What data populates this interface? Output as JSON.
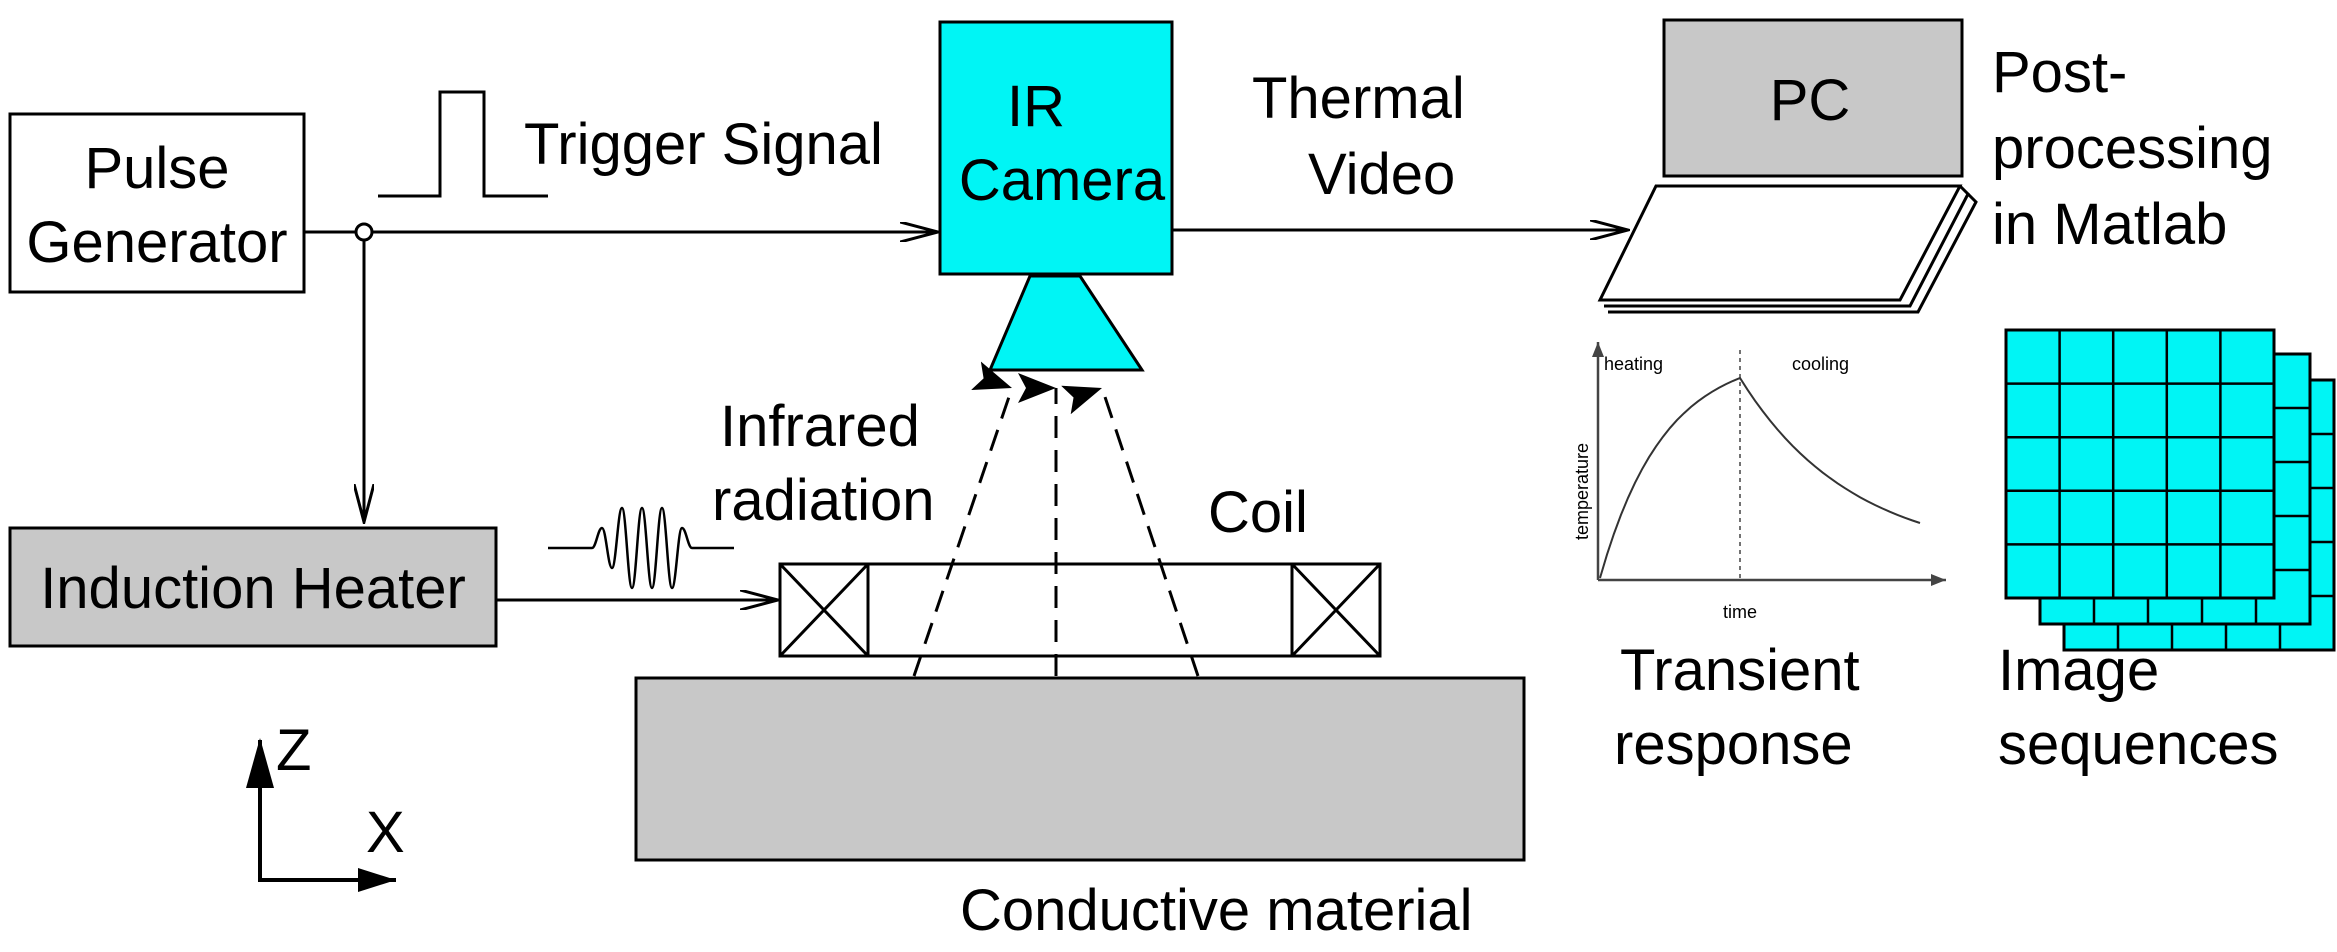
{
  "colors": {
    "cyan": "#00f5f5",
    "gray": "#c8c8c8",
    "stroke": "#000000",
    "background": "#ffffff"
  },
  "blocks": {
    "pulse_generator": [
      "Pulse",
      "Generator"
    ],
    "ir_camera": [
      "IR",
      "Camera"
    ],
    "pc": "PC",
    "induction_heater": "Induction Heater"
  },
  "labels": {
    "trigger_signal": "Trigger Signal",
    "thermal_video": [
      "Thermal",
      "Video"
    ],
    "post_processing": [
      "Post-",
      "processing",
      "in Matlab"
    ],
    "infrared_radiation": [
      "Infrared",
      "radiation"
    ],
    "coil": "Coil",
    "conductive_material": "Conductive material",
    "transient_response": [
      "Transient",
      "response"
    ],
    "image_sequences": [
      "Image",
      "sequences"
    ]
  },
  "axes": {
    "z": "Z",
    "x": "X"
  },
  "transient_plot": {
    "heating": "heating",
    "cooling": "cooling",
    "ylabel": "temperature",
    "xlabel": "time"
  },
  "icons": {
    "trigger_pulse": "square-pulse-icon",
    "excitation": "sine-burst-icon",
    "laptop": "laptop-icon"
  }
}
